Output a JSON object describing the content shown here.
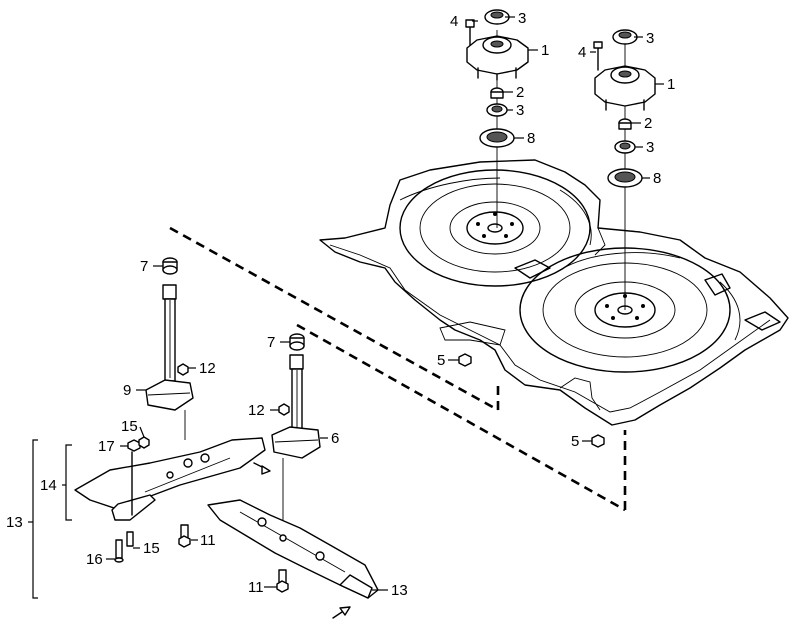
{
  "callouts": {
    "c1a": "1",
    "c1b": "1",
    "c2a": "2",
    "c2b": "2",
    "c3a": "3",
    "c3b": "3",
    "c3c": "3",
    "c3d": "3",
    "c4a": "4",
    "c4b": "4",
    "c5a": "5",
    "c5b": "5",
    "c6": "6",
    "c7a": "7",
    "c7b": "7",
    "c8a": "8",
    "c8b": "8",
    "c9": "9",
    "c11a": "11",
    "c11b": "11",
    "c12a": "12",
    "c12b": "12",
    "c13a": "13",
    "c13b": "13",
    "c14": "14",
    "c15a": "15",
    "c15b": "15",
    "c16": "16",
    "c17": "17"
  }
}
